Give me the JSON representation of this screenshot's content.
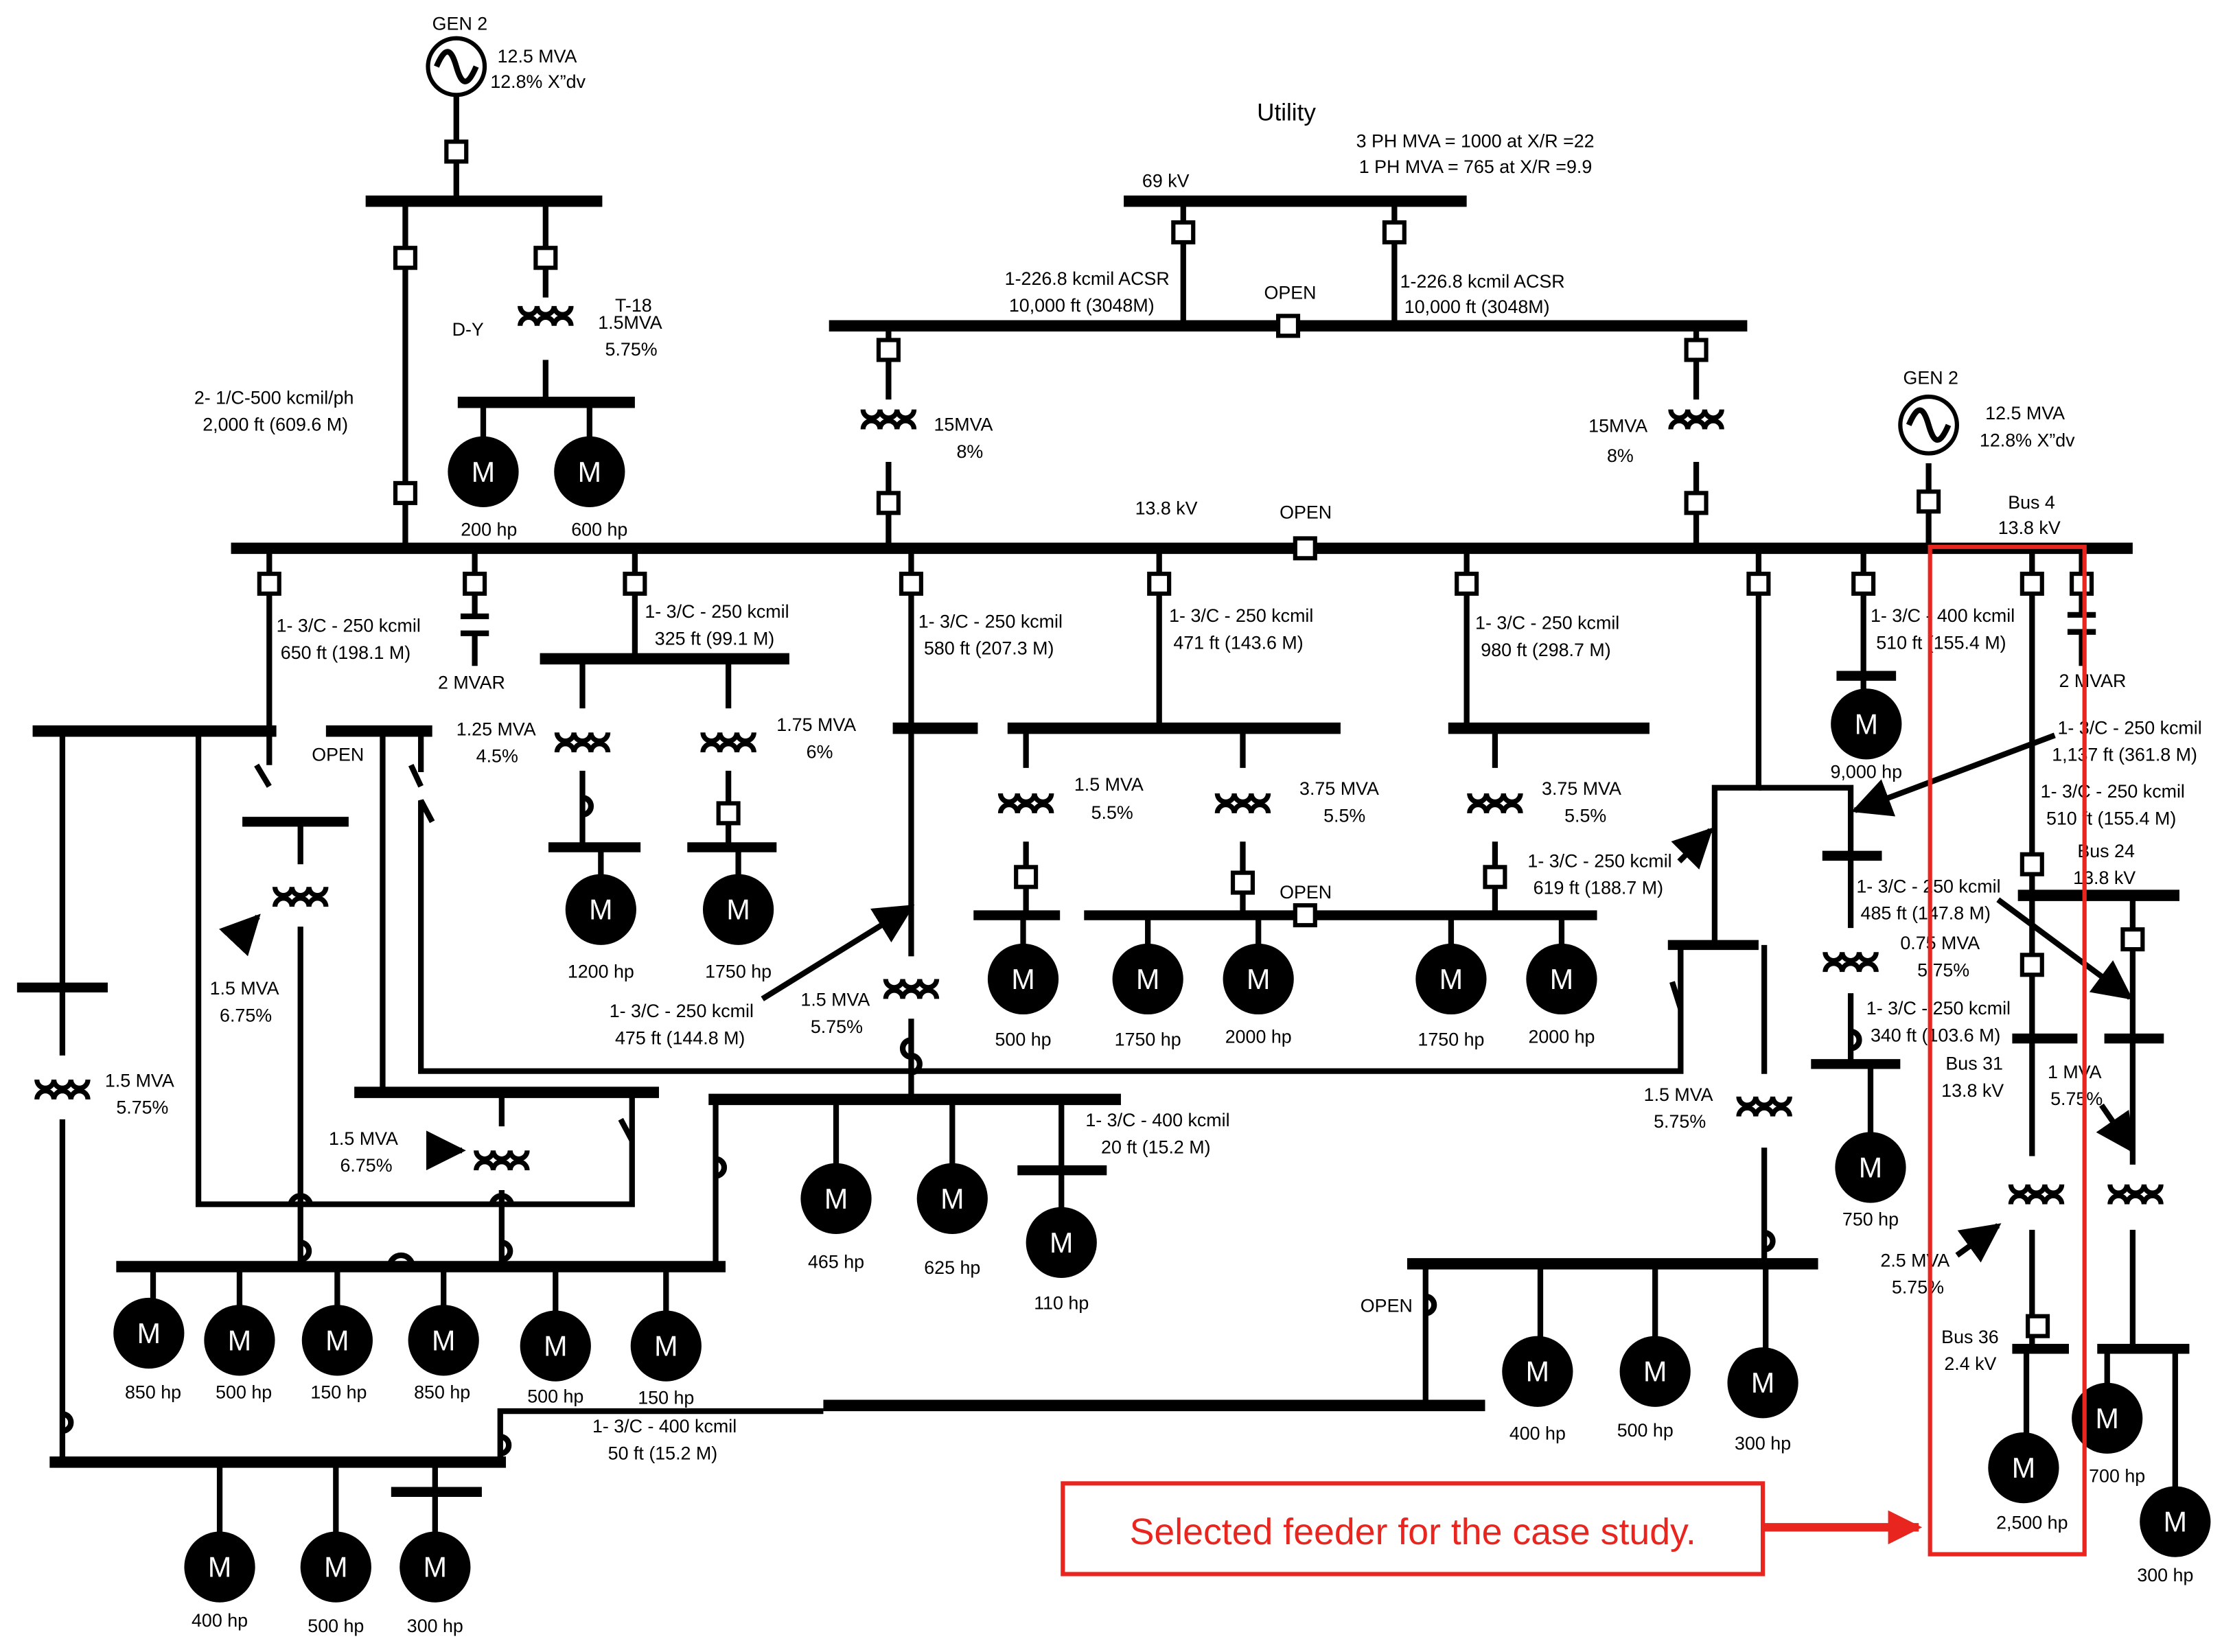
{
  "title": "Utility",
  "utility": {
    "short_circuit_3ph": "3 PH MVA = 1000 at X/R =22",
    "short_circuit_1ph": "1 PH MVA = 765 at X/R =9.9",
    "bus_voltage": "69 kV",
    "line_left_1": "1-226.8 kcmil ACSR",
    "line_left_2": "10,000 ft (3048M)",
    "line_right_1": "1-226.8 kcmil ACSR",
    "line_right_2": "10,000 ft (3048M)",
    "tie_status": "OPEN"
  },
  "gen_left": {
    "name": "GEN 2",
    "rating": "12.5 MVA",
    "reactance": "12.8% X”dv"
  },
  "gen_right": {
    "name": "GEN 2",
    "rating": "12.5 MVA",
    "reactance": "12.8% X”dv"
  },
  "t18": {
    "name": "T-18",
    "winding": "D-Y",
    "rating": "1.5MVA",
    "impedance": "5.75%"
  },
  "cable_gen": {
    "size": "2- 1/C-500 kcmil/ph",
    "length": "2,000 ft (609.6 M)"
  },
  "main_xfmr_left": {
    "rating": "15MVA",
    "impedance": "8%"
  },
  "main_xfmr_right": {
    "rating": "15MVA",
    "impedance": "8%"
  },
  "main_bus": {
    "voltage": "13.8 kV",
    "tie_status": "OPEN"
  },
  "bus4": {
    "name": "Bus 4",
    "voltage": "13.8 kV"
  },
  "feeders": {
    "f1": {
      "size": "1- 3/C - 250 kcmil",
      "length": "650 ft (198.1 M)"
    },
    "f2": {
      "size": "1- 3/C - 250 kcmil",
      "length": "325 ft (99.1 M)"
    },
    "f3": {
      "size": "1- 3/C - 250 kcmil",
      "length": "580 ft (207.3 M)"
    },
    "f4": {
      "size": "1- 3/C - 250 kcmil",
      "length": "471 ft (143.6 M)"
    },
    "f5": {
      "size": "1- 3/C - 250 kcmil",
      "length": "980 ft (298.7 M)"
    },
    "f6": {
      "size": "1- 3/C - 400 kcmil",
      "length": "510 ft (155.4 M)"
    },
    "f7": {
      "size": "1- 3/C - 250 kcmil",
      "length": "1,137 ft (361.8 M)"
    },
    "f8": {
      "size": "1- 3/C - 250 kcmil",
      "length": "510 ft (155.4 M)"
    },
    "f9": {
      "size": "1- 3/C - 250 kcmil",
      "length": "619 ft (188.7 M)"
    },
    "f10": {
      "size": "1- 3/C - 250 kcmil",
      "length": "485 ft (147.8 M)"
    },
    "f11": {
      "size": "1- 3/C - 250 kcmil",
      "length": "340 ft (103.6 M)"
    },
    "f12": {
      "size": "1- 3/C - 250 kcmil",
      "length": "475 ft (144.8 M)"
    },
    "f13": {
      "size": "1- 3/C - 400 kcmil",
      "length": "20 ft (15.2 M)"
    },
    "f14": {
      "size": "1- 3/C - 400 kcmil",
      "length": "50 ft (15.2 M)"
    }
  },
  "capacitors": {
    "left": "2 MVAR",
    "right": "2 MVAR"
  },
  "xfmrs": {
    "x125": {
      "rating": "1.25 MVA",
      "impedance": "4.5%"
    },
    "x175": {
      "rating": "1.75 MVA",
      "impedance": "6%"
    },
    "x15a": {
      "rating": "1.5 MVA",
      "impedance": "5.5%"
    },
    "x375a": {
      "rating": "3.75 MVA",
      "impedance": "5.5%"
    },
    "x375b": {
      "rating": "3.75 MVA",
      "impedance": "5.5%"
    },
    "x15b": {
      "rating": "1.5 MVA",
      "impedance": "6.75%"
    },
    "x15c": {
      "rating": "1.5 MVA",
      "impedance": "5.75%"
    },
    "x15d": {
      "rating": "1.5 MVA",
      "impedance": "6.75%"
    },
    "x15e": {
      "rating": "1.5 MVA",
      "impedance": "5.75%"
    },
    "x15f": {
      "rating": "1.5 MVA",
      "impedance": "5.75%"
    },
    "x075": {
      "rating": "0.75 MVA",
      "impedance": "5.75%"
    },
    "x1": {
      "rating": "1 MVA",
      "impedance": "5.75%"
    },
    "x25": {
      "rating": "2.5 MVA",
      "impedance": "5.75%"
    }
  },
  "buses": {
    "bus24": {
      "name": "Bus 24",
      "voltage": "13.8 kV"
    },
    "bus31": {
      "name": "Bus 31",
      "voltage": "13.8 kV"
    },
    "bus36": {
      "name": "Bus 36",
      "voltage": "2.4 kV"
    }
  },
  "open_labels": {
    "o1": "OPEN",
    "o2": "OPEN",
    "o3": "OPEN"
  },
  "motor_symbol": "M",
  "motors": {
    "m200": "200 hp",
    "m600": "600 hp",
    "m9000": "9,000 hp",
    "m1200": "1200 hp",
    "m1750a": "1750 hp",
    "m500a": "500 hp",
    "m1750b": "1750 hp",
    "m2000a": "2000 hp",
    "m1750c": "1750 hp",
    "m2000b": "2000 hp",
    "m750": "750 hp",
    "m465": "465 hp",
    "m625": "625 hp",
    "m110": "110 hp",
    "m850a": "850 hp",
    "m500b": "500 hp",
    "m150a": "150 hp",
    "m850b": "850 hp",
    "m500c": "500 hp",
    "m150b": "150 hp",
    "m400a": "400 hp",
    "m500d": "500 hp",
    "m300a": "300 hp",
    "m400b": "400 hp",
    "m500e": "500 hp",
    "m300b": "300 hp",
    "m2500": "2,500 hp",
    "m700": "700 hp",
    "m300c": "300 hp"
  },
  "callout": {
    "text": "Selected feeder for the case study.",
    "color": "#e8251f"
  }
}
